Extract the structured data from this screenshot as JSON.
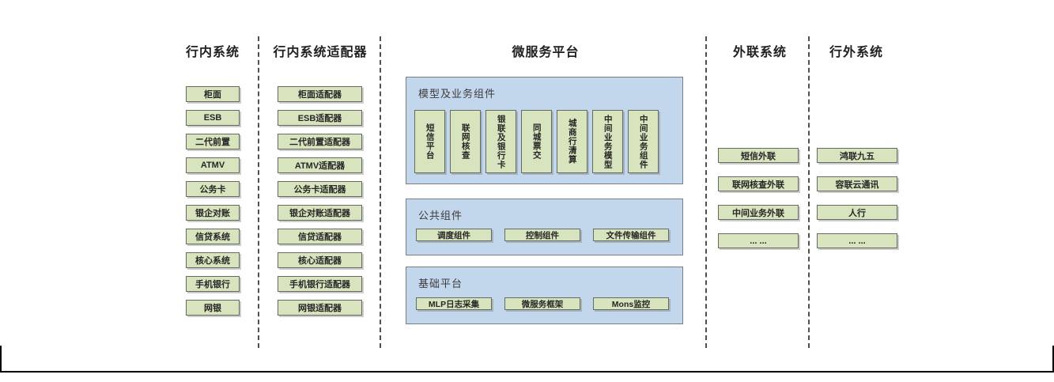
{
  "diagram": {
    "internal": {
      "title": "行内系统",
      "items": [
        "柜面",
        "ESB",
        "二代前置",
        "ATMV",
        "公务卡",
        "银企对账",
        "信贷系统",
        "核心系统",
        "手机银行",
        "网银"
      ]
    },
    "adapters": {
      "title": "行内系统适配器",
      "items": [
        "柜面适配器",
        "ESB适配器",
        "二代前置适配器",
        "ATMV适配器",
        "公务卡适配器",
        "银企对账适配器",
        "信贷适配器",
        "核心适配器",
        "手机银行适配器",
        "网银适配器"
      ]
    },
    "platform": {
      "title": "微服务平台",
      "model_group": {
        "title": "模型及业务组件",
        "items": [
          "短信平台",
          "联网核查",
          "银联及银行卡",
          "同城票交",
          "城商行清算",
          "中间业务模型",
          "中间业务组件"
        ]
      },
      "common_group": {
        "title": "公共组件",
        "items": [
          "调度组件",
          "控制组件",
          "文件传输组件"
        ]
      },
      "base_group": {
        "title": "基础平台",
        "items": [
          "MLP日志采集",
          "微服务框架",
          "Mons监控"
        ]
      }
    },
    "outreach": {
      "title": "外联系统",
      "items": [
        "短信外联",
        "联网核查外联",
        "中间业务外联",
        "... ..."
      ]
    },
    "external": {
      "title": "行外系统",
      "items": [
        "鸿联九五",
        "容联云通讯",
        "人行",
        "... ..."
      ]
    }
  },
  "colors": {
    "box_green": "#d7e4bd",
    "panel_blue": "#c3d7ec",
    "box_border_gray": "#666a60",
    "dash_gray": "#4f4f4f",
    "frame_black": "#000000",
    "text_dark": "#262626"
  }
}
